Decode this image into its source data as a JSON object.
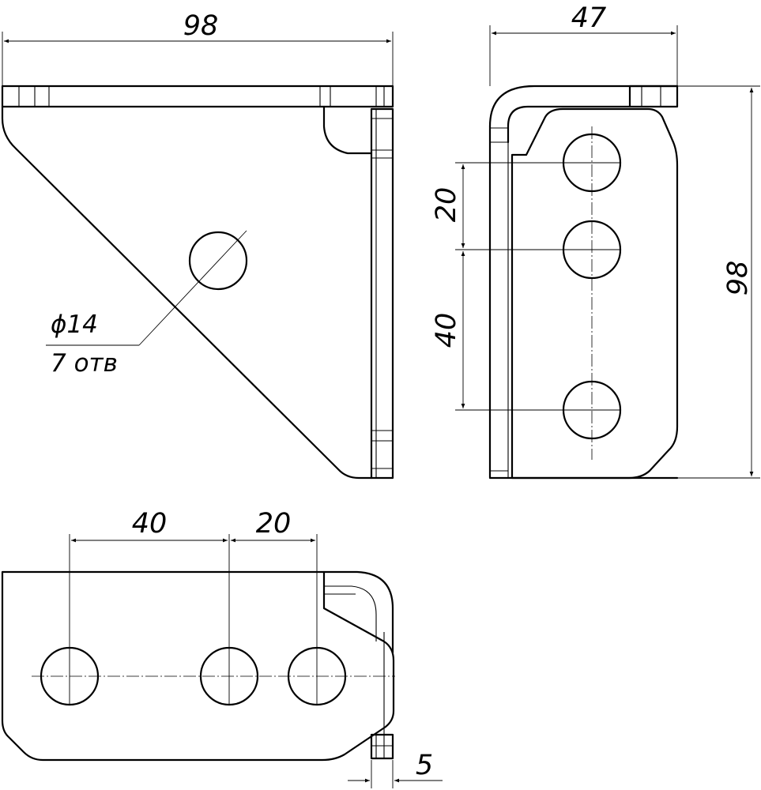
{
  "dimensions": {
    "front_width": "98",
    "side_width": "47",
    "side_height": "98",
    "side_pitch_small": "20",
    "side_pitch_large": "40",
    "top_pitch_large": "40",
    "top_pitch_small": "20",
    "thickness": "5"
  },
  "hole_note": {
    "diameter": "ϕ14",
    "count": "7 отв"
  }
}
